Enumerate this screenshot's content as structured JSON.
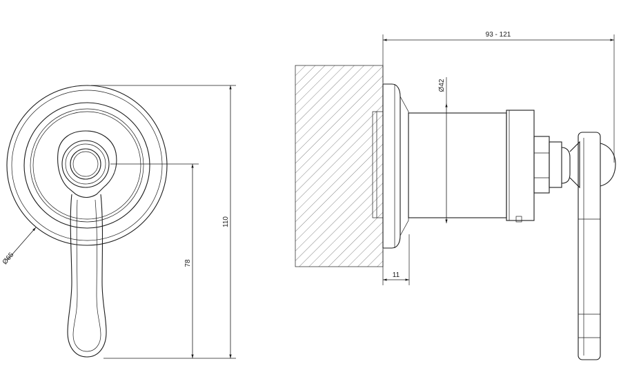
{
  "dimensions": {
    "diameter_face": "Ø65",
    "height_total": "110",
    "height_axis": "78",
    "depth_range": "93 - 121",
    "diameter_body": "Ø42",
    "wall_offset": "11"
  },
  "colors": {
    "line": "#1a1a1a",
    "hatch": "#666666",
    "background": "#ffffff"
  }
}
